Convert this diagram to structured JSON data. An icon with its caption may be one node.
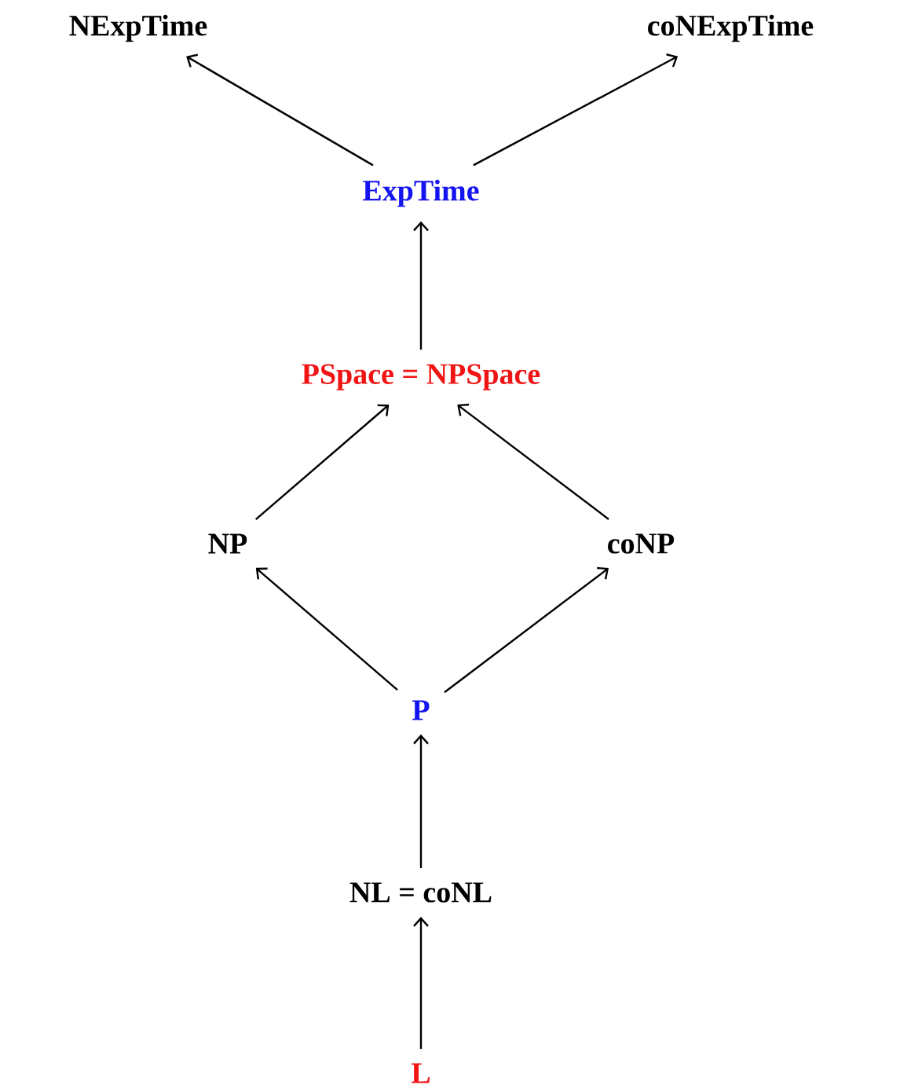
{
  "diagram": {
    "nodes": [
      {
        "text": [
          "NExpTime"
        ]
      },
      {
        "text": [
          "coNExpTime"
        ]
      },
      {
        "text": [
          "ExpTime"
        ]
      },
      {
        "text": [
          "PSpace = NPSpace"
        ]
      },
      {
        "text": [
          "NP"
        ]
      },
      {
        "text": [
          "coNP"
        ]
      },
      {
        "text": [
          "P"
        ]
      },
      {
        "text": [
          "NL = coNL"
        ]
      },
      {
        "text": [
          "L"
        ]
      }
    ],
    "edges": [
      {
        "from": 2,
        "to": 0,
        "arrow": "to"
      },
      {
        "from": 2,
        "to": 1,
        "arrow": "to"
      },
      {
        "from": 3,
        "to": 2,
        "arrow": "to"
      },
      {
        "from": 4,
        "to": 3,
        "arrow": "to"
      },
      {
        "from": 5,
        "to": 3,
        "arrow": "to"
      },
      {
        "from": 6,
        "to": 4,
        "arrow": "to"
      },
      {
        "from": 6,
        "to": 5,
        "arrow": "to"
      },
      {
        "from": 7,
        "to": 6,
        "arrow": "to"
      },
      {
        "from": 8,
        "to": 7,
        "arrow": "to"
      }
    ]
  }
}
